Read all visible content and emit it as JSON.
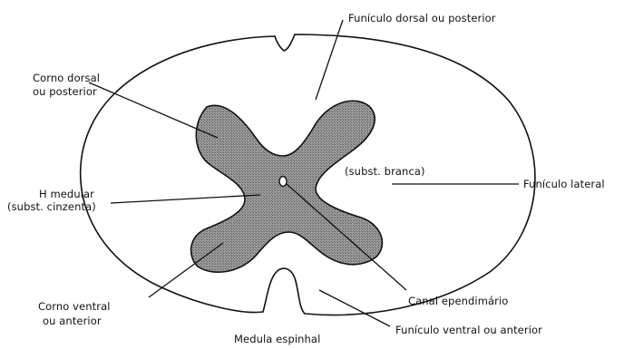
{
  "labels": {
    "funiculo_dorsal": "Funículo dorsal ou posterior",
    "corno_dorsal_line1": "Corno dorsal",
    "corno_dorsal_line2": "ou posterior",
    "h_medular_line1": "H medular",
    "h_medular_line2": "(subst. cinzenta)",
    "subst_branca": "(subst. branca)",
    "funiculo_lateral": "Funículo lateral",
    "canal_ependimario": "Canal ependimário",
    "corno_ventral_line1": "Corno ventral",
    "corno_ventral_line2": "ou anterior",
    "funiculo_ventral": "Funículo ventral ou anterior",
    "title": "Medula espinhal"
  },
  "colors": {
    "gray_matter": "#8c8c8c",
    "outline": "#111111",
    "white_matter": "#ffffff"
  }
}
